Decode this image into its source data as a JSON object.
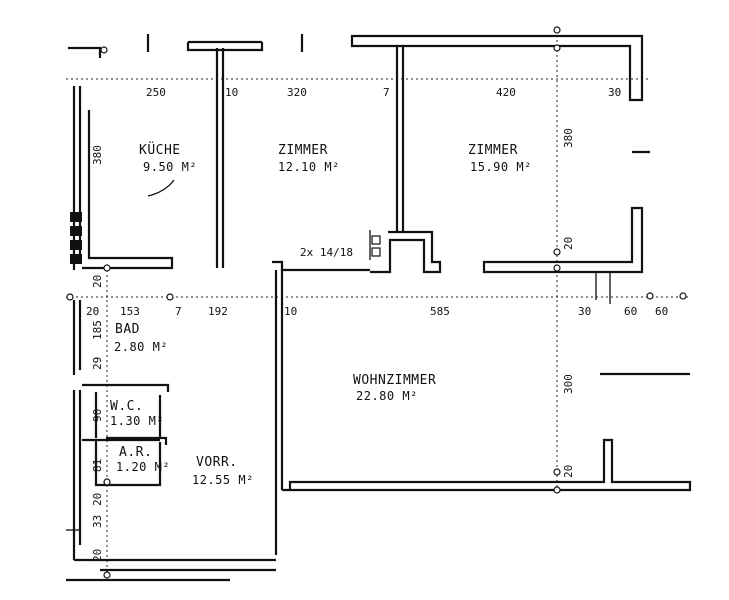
{
  "rooms": {
    "kueche": {
      "name": "KÜCHE",
      "area": "9.50 M²"
    },
    "zimmer1": {
      "name": "ZIMMER",
      "area": "12.10 M²"
    },
    "zimmer2": {
      "name": "ZIMMER",
      "area": "15.90 M²"
    },
    "bad": {
      "name": "BAD",
      "area": "2.80 M²"
    },
    "wc": {
      "name": "W.C.",
      "area": "1.30 M²"
    },
    "ar": {
      "name": "A.R.",
      "area": "1.20 M²"
    },
    "vorr": {
      "name": "VORR.",
      "area": "12.55 M²"
    },
    "wohnzimmer": {
      "name": "WOHNZIMMER",
      "area": "22.80 M²"
    }
  },
  "stair_label": "2x 14/18",
  "dimensions": {
    "top": [
      "250",
      "10",
      "320",
      "7",
      "420",
      "30"
    ],
    "middle": [
      "20",
      "153",
      "7",
      "192",
      "10",
      "585",
      "30",
      "60",
      "60"
    ],
    "vertical": [
      "380",
      "380",
      "20",
      "20",
      "185",
      "29",
      "90",
      "81",
      "20",
      "33",
      "20",
      "300",
      "20"
    ]
  }
}
